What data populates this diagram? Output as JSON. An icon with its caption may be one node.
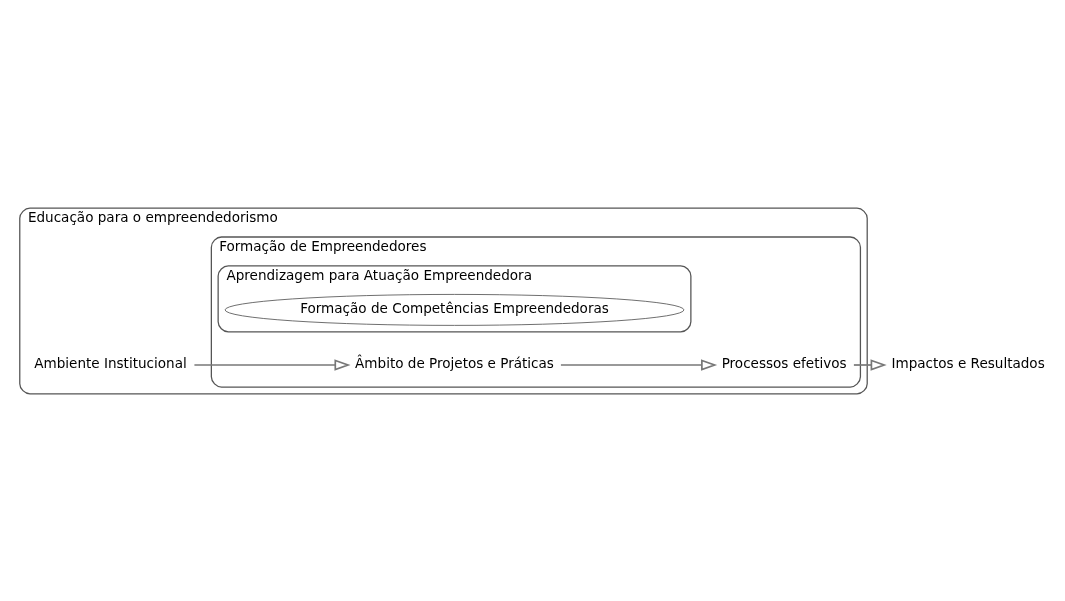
{
  "diagram": {
    "nodes": [
      {
        "text": [
          "Educação para o empreendedorismo"
        ]
      },
      {
        "text": [
          "Formação de Empreendedores"
        ],
        "in": 0
      },
      {
        "text": [
          "Aprendizagem para Atuação Empreendedora"
        ],
        "in": 1
      },
      {
        "text": [
          "Formação de Competências Empreendedoras"
        ],
        "in": 2
      },
      {
        "text": [
          "Ambiente Institucional"
        ],
        "in": 0
      },
      {
        "text": [
          "Âmbito de Projetos e Práticas"
        ],
        "in": 1
      },
      {
        "text": [
          "Processos efetivos"
        ],
        "in": 1
      },
      {
        "text": [
          "Impactos e Resultados"
        ]
      }
    ],
    "edges": [
      {
        "from": 4,
        "to": 5,
        "arrow": "to"
      },
      {
        "from": 5,
        "to": 6,
        "arrow": "to"
      },
      {
        "from": 6,
        "to": 7,
        "arrow": "to"
      }
    ]
  }
}
